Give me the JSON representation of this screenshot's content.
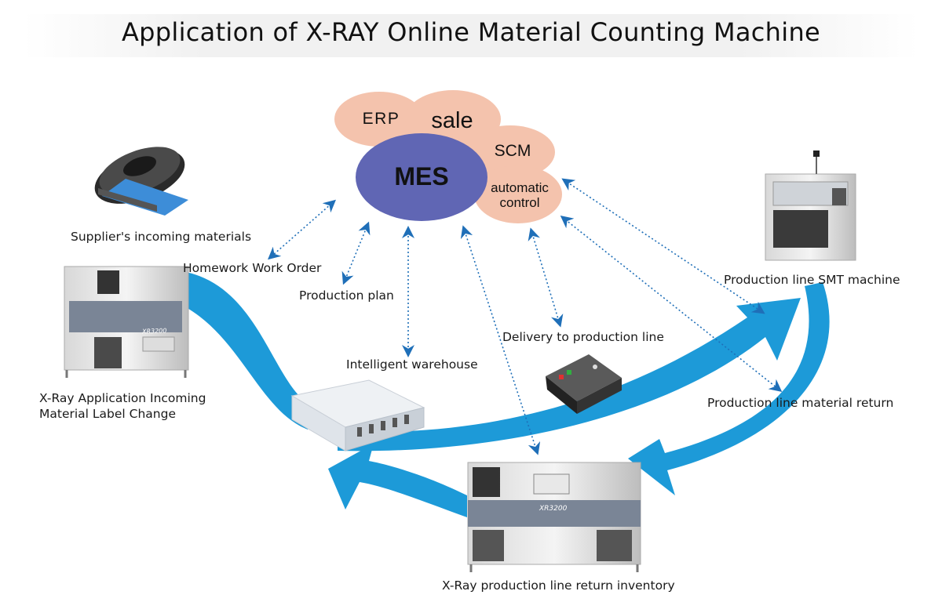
{
  "title": "Application of X-RAY Online Material Counting Machine",
  "systems": {
    "mes": "MES",
    "erp": "ERP",
    "sale": "sale",
    "scm": "SCM",
    "automatic_control": "automatic control"
  },
  "nodes": {
    "supplier": "Supplier's incoming materials",
    "homework_order": "Homework Work Order",
    "production_plan": "Production plan",
    "smt_machine": "Production line SMT machine",
    "delivery": "Delivery to production line",
    "warehouse": "Intelligent warehouse",
    "label_change": "X-Ray Application Incoming Material Label Change",
    "material_return": "Production line material return",
    "return_inventory": "X-Ray production line return inventory"
  },
  "machine_model": "XR3200",
  "colors": {
    "mes": "#6066b4",
    "bubble": "#f4c3ad",
    "flow_arrow": "#1d9ad8",
    "link_arrow": "#1f6fb8"
  }
}
